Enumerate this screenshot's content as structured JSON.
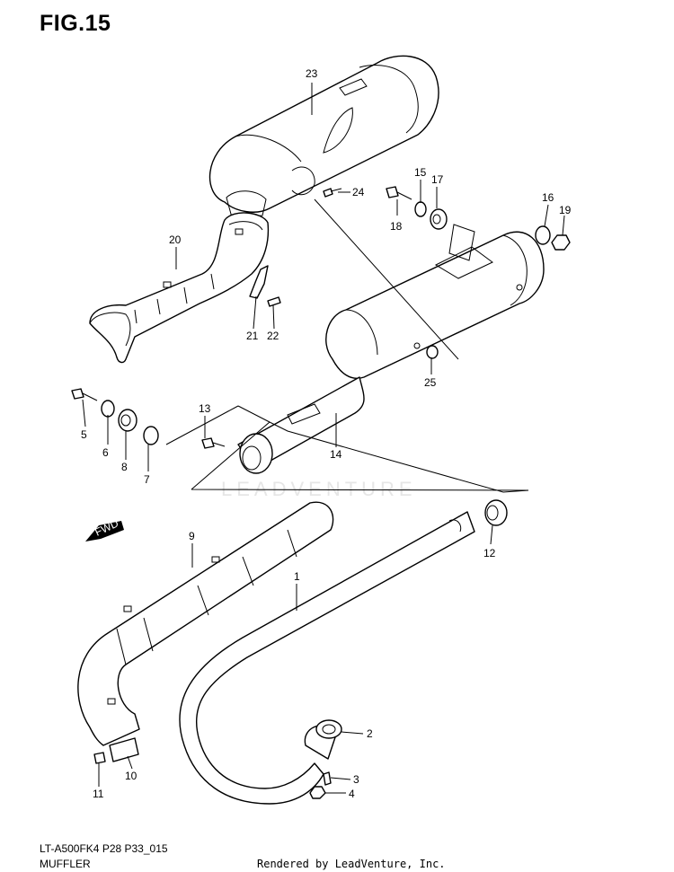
{
  "figure": {
    "title": "FIG.15"
  },
  "footer": {
    "model_code": "LT-A500FK4 P28 P33_015",
    "section": "MUFFLER",
    "rendered_by": "Rendered by LeadVenture, Inc."
  },
  "watermark": {
    "text": "LEADVENTURE"
  },
  "fwd_arrow": {
    "label": "FWD"
  },
  "callouts": {
    "c1": "1",
    "c2": "2",
    "c3": "3",
    "c4": "4",
    "c5": "5",
    "c6": "6",
    "c7": "7",
    "c8": "8",
    "c9": "9",
    "c10": "10",
    "c11": "11",
    "c12": "12",
    "c13": "13",
    "c14": "14",
    "c15": "15",
    "c16": "16",
    "c17": "17",
    "c18": "18",
    "c19": "19",
    "c20": "20",
    "c21": "21",
    "c22": "22",
    "c23": "23",
    "c24": "24",
    "c25": "25"
  }
}
